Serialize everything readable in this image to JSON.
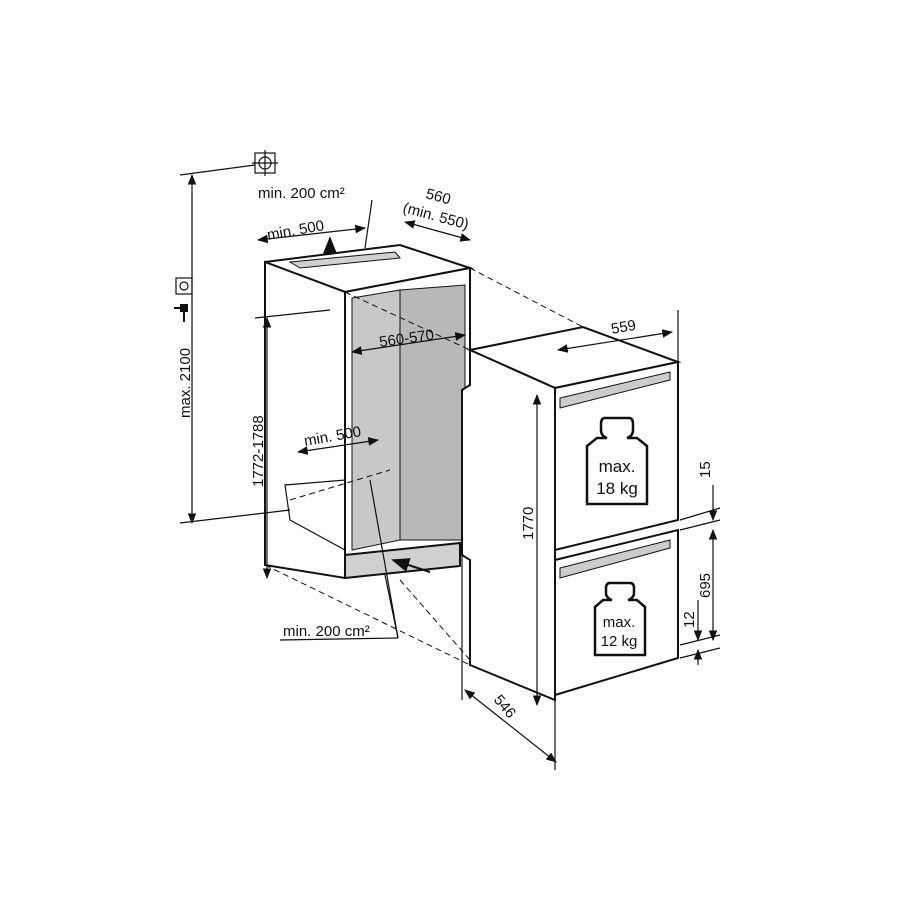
{
  "labels": {
    "top_vent": "min. 200 cm²",
    "depth": "560",
    "depth_min": "(min. 550)",
    "top_vent_width": "min. 500",
    "max_height": "max. 2100",
    "niche_width": "560-570",
    "appliance_width": "559",
    "niche_height": "1772-1788",
    "bottom_vent_width": "min. 500",
    "appliance_height": "1770",
    "upper_gap": "15",
    "lower_door_height": "695",
    "lower_gap": "12",
    "bottom_vent": "min. 200 cm²",
    "appliance_depth": "546"
  },
  "weights": {
    "upper": {
      "line1": "max.",
      "line2": "18 kg"
    },
    "lower": {
      "line1": "max.",
      "line2": "12 kg"
    }
  },
  "icons": [
    "grounding-socket-icon",
    "power-plug-icon",
    "weight-icon",
    "vent-arrow-icon"
  ],
  "colors": {
    "line": "#111111",
    "niche_interior": "#b8b8b8",
    "vent": "#d0d0d0"
  }
}
